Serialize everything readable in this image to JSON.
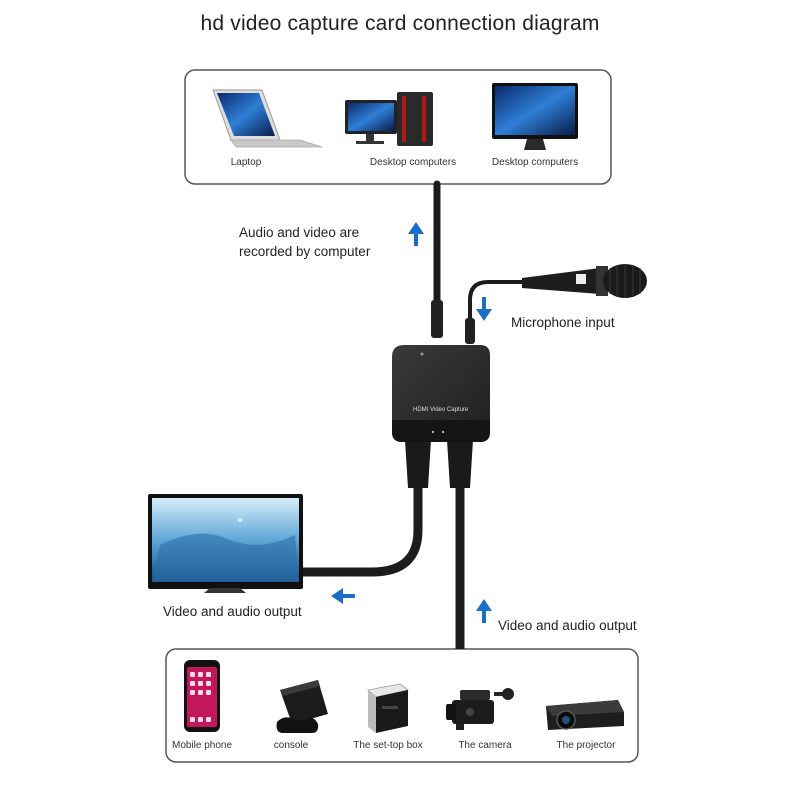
{
  "title": "hd video capture card connection diagram",
  "top_devices": [
    {
      "label": "Laptop",
      "icon": "laptop-icon"
    },
    {
      "label": "Desktop computers",
      "icon": "desktop-tower-icon"
    },
    {
      "label": "Desktop computers",
      "icon": "all-in-one-computer-icon"
    }
  ],
  "notes": {
    "recorded_line1": "Audio and video are",
    "recorded_line2": "recorded by computer",
    "microphone": "Microphone input",
    "output_left": "Video and audio output",
    "output_right": "Video and audio output"
  },
  "capture_card": {
    "label": "HDMI Video Capture"
  },
  "bottom_devices": [
    {
      "label": "Mobile phone",
      "icon": "smartphone-icon"
    },
    {
      "label": "console",
      "icon": "game-console-icon"
    },
    {
      "label": "The set-top box",
      "icon": "set-top-box-icon"
    },
    {
      "label": "The camera",
      "icon": "camcorder-icon"
    },
    {
      "label": "The projector",
      "icon": "projector-icon"
    }
  ],
  "colors": {
    "arrow": "#1a6fc4",
    "cable": "#1c1c1c",
    "device": "#2b2b2b",
    "box_border": "#555555"
  }
}
